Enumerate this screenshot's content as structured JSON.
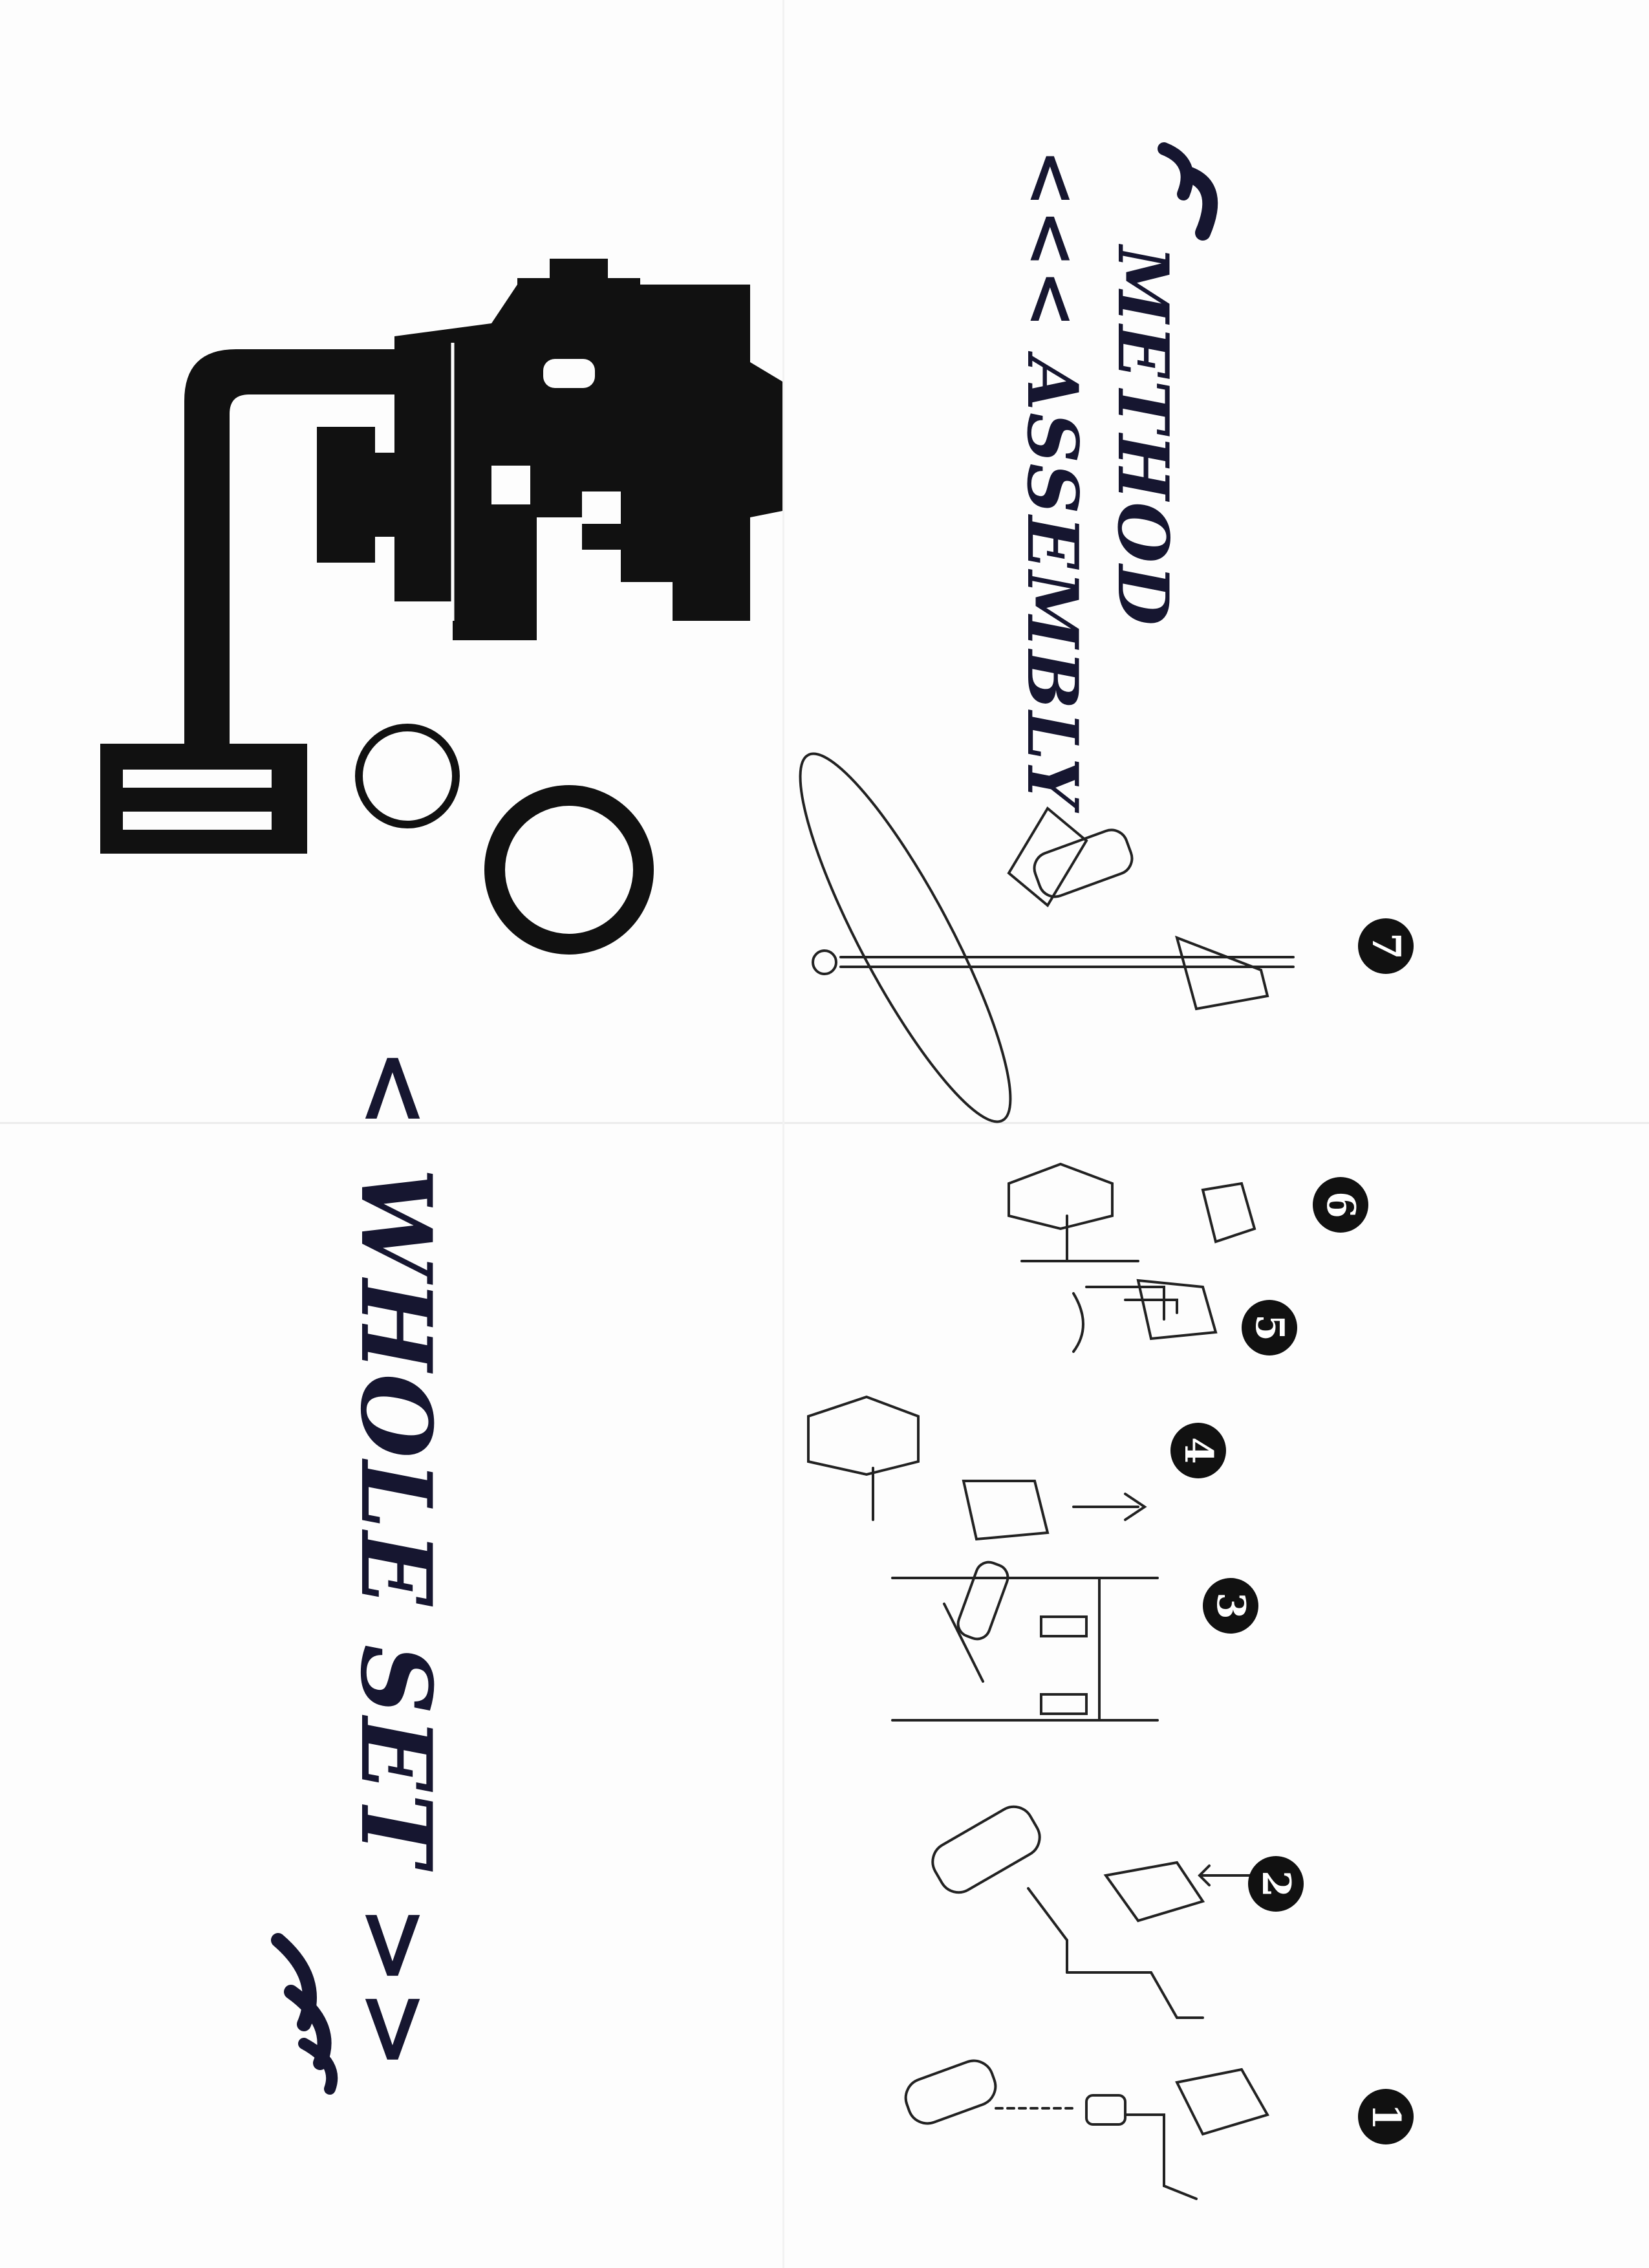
{
  "sheet": {
    "headline": "WHOLE SET >>",
    "arrow_prefix": "<",
    "assembly_line1": "<<< ASSEMBLY",
    "assembly_line2": "METHOD"
  },
  "steps": [
    {
      "number": "1"
    },
    {
      "number": "2"
    },
    {
      "number": "3"
    },
    {
      "number": "4"
    },
    {
      "number": "5"
    },
    {
      "number": "6"
    },
    {
      "number": "7"
    }
  ],
  "icons": {
    "product": "microphone-clip-holder-icon",
    "small_ring": "small-o-ring-icon",
    "large_ring": "large-o-ring-icon",
    "signal": "signal-waves-icon"
  },
  "colors": {
    "ink": "#161630",
    "paper": "#fdfdfd"
  }
}
